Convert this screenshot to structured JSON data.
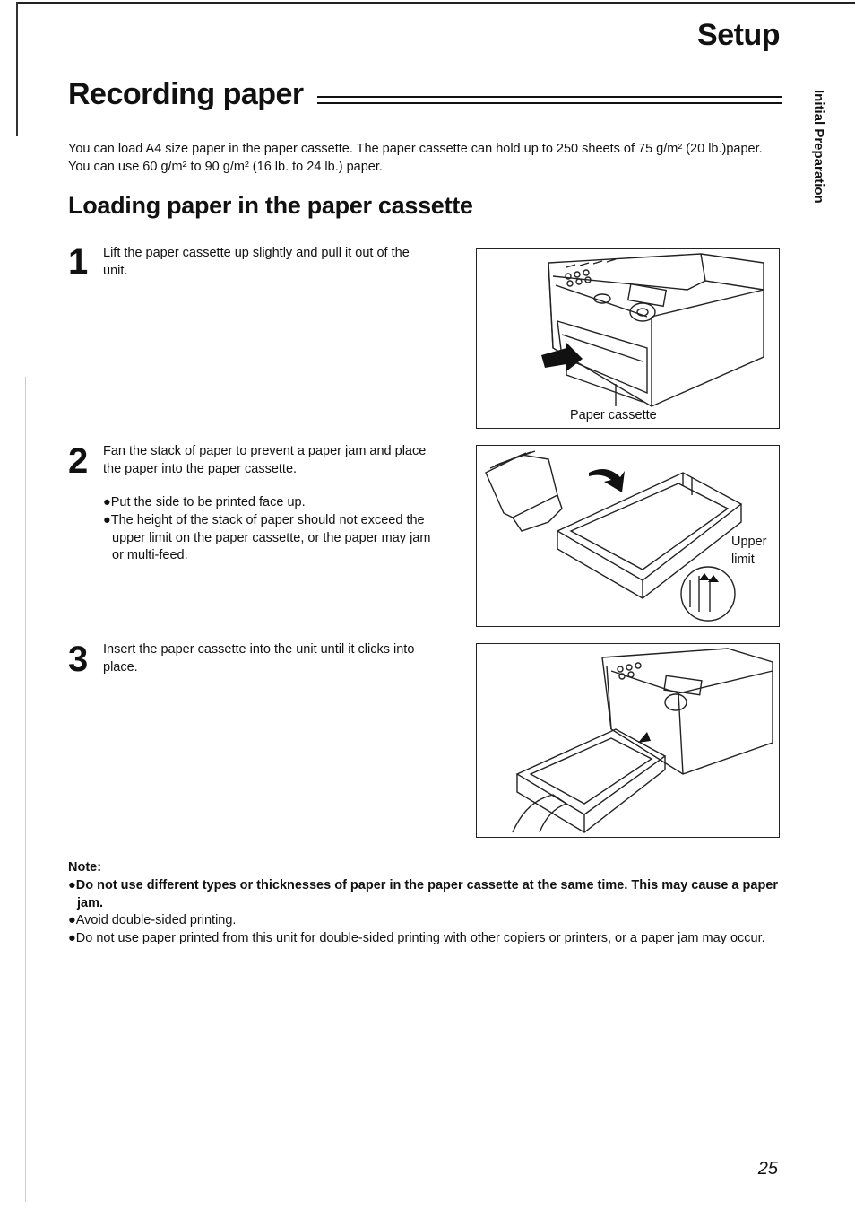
{
  "header": {
    "title": "Setup"
  },
  "section": {
    "title": "Recording paper"
  },
  "side_tab": {
    "label": "Initial Preparation"
  },
  "intro": {
    "text": "You can load A4 size paper in the paper cassette. The paper cassette can hold up to 250 sheets of 75 g/m² (20 lb.)paper. You can use 60 g/m² to 90 g/m² (16 lb. to 24 lb.) paper."
  },
  "subsection": {
    "title": "Loading paper in the paper cassette"
  },
  "steps": [
    {
      "number": "1",
      "text": "Lift the paper cassette up slightly and pull it out of the unit.",
      "caption": "Paper cassette"
    },
    {
      "number": "2",
      "text": "Fan the stack of paper to prevent a paper jam and place the paper into the paper cassette.",
      "bullets": [
        "●Put the side to be printed face up.",
        "●The height of the stack of paper should not exceed the upper limit on the paper cassette, or the paper may jam or multi-feed."
      ],
      "caption_line1": "Upper",
      "caption_line2": "limit"
    },
    {
      "number": "3",
      "text": "Insert the paper cassette into the unit until it clicks into place."
    }
  ],
  "note": {
    "label": "Note:",
    "items": [
      "●Do not use different types or thicknesses of paper in the paper cassette at the same time. This may cause a paper jam.",
      "●Avoid double-sided printing.",
      "●Do not use paper printed from this unit for double-sided printing with other copiers or printers, or a paper jam may occur."
    ]
  },
  "page_number": "25"
}
